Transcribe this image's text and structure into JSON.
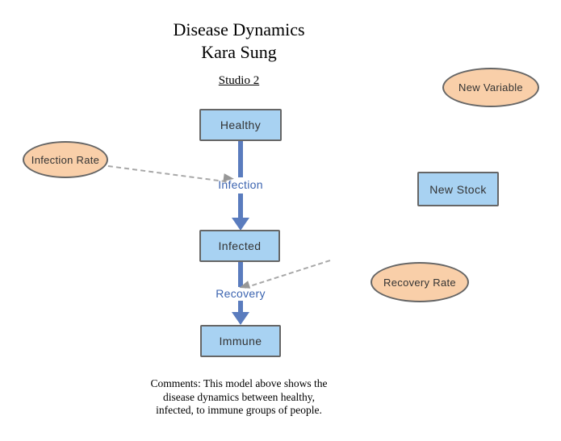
{
  "header": {
    "title_line1": "Disease Dynamics",
    "title_line2": "Kara Sung",
    "subtitle": "Studio 2"
  },
  "stocks": {
    "healthy": {
      "label": "Healthy"
    },
    "infected": {
      "label": "Infected"
    },
    "immune": {
      "label": "Immune"
    },
    "new_stock": {
      "label": "New Stock"
    }
  },
  "variables": {
    "infection_rate": {
      "label": "Infection Rate"
    },
    "recovery_rate": {
      "label": "Recovery Rate"
    },
    "new_variable": {
      "label": "New Variable"
    }
  },
  "flows": {
    "infection": {
      "label": "Infection",
      "from": "Healthy",
      "to": "Infected"
    },
    "recovery": {
      "label": "Recovery",
      "from": "Infected",
      "to": "Immune"
    }
  },
  "comments": {
    "line1": "Comments: This model above shows the",
    "line2": "disease dynamics between healthy,",
    "line3": "infected, to immune groups of people."
  },
  "colors": {
    "stock_fill": "#a8d2f2",
    "stock_border": "#666666",
    "variable_fill": "#f9cfa9",
    "variable_border": "#666666",
    "flow_pipe": "#5a7cbe",
    "flow_label_text": "#3c64b0",
    "connector_dash": "#a8a8a8",
    "node_text": "#333333",
    "title_text": "#000000",
    "background": "#ffffff"
  }
}
